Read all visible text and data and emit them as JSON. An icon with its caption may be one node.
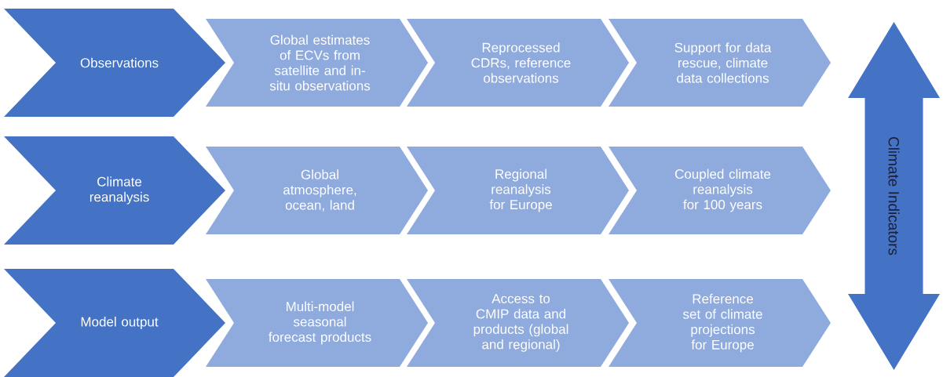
{
  "diagram": {
    "nodes": [
      {
        "text": [
          "Observations"
        ]
      },
      {
        "text": [
          "Global estimates of ECVs from satellite and in-situ observations"
        ]
      },
      {
        "text": [
          "Reprocessed CDRs, reference observations"
        ]
      },
      {
        "text": [
          "Support for data rescue, climate data collections"
        ]
      },
      {
        "text": [
          "Climate reanalysis"
        ]
      },
      {
        "text": [
          "Global atmosphere, ocean, land"
        ]
      },
      {
        "text": [
          "Regional reanalysis for Europe"
        ]
      },
      {
        "text": [
          "Coupled climate reanalysis for 100 years"
        ]
      },
      {
        "text": [
          "Model output"
        ]
      },
      {
        "text": [
          "Multi-model seasonal forecast products"
        ]
      },
      {
        "text": [
          "Access to CMIP data and products (global and regional)"
        ]
      },
      {
        "text": [
          "Reference set of climate projections for Europe"
        ]
      },
      {
        "text": [
          "Climate Indicators"
        ]
      }
    ]
  }
}
